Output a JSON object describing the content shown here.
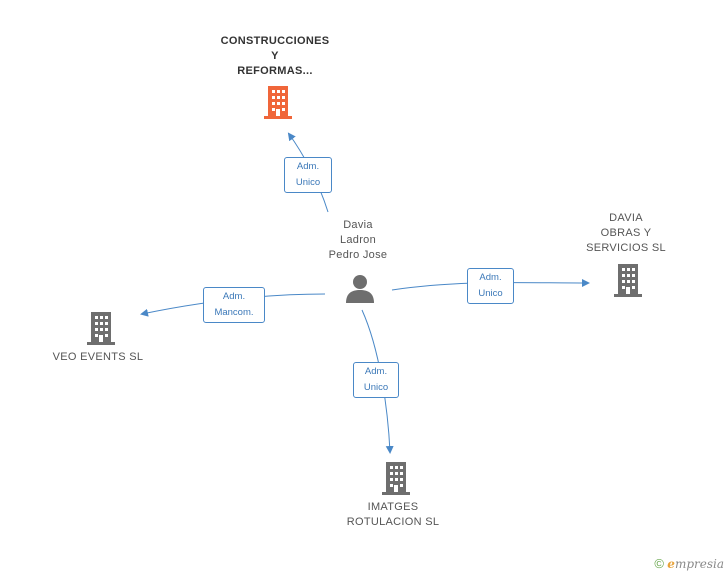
{
  "person": {
    "lines": [
      "Davia",
      "Ladron",
      "Pedro Jose"
    ]
  },
  "companies": {
    "construcciones": {
      "lines": [
        "CONSTRUCCIONES",
        "Y",
        "REFORMAS..."
      ],
      "color": "#f0663a"
    },
    "davia_obras": {
      "lines": [
        "DAVIA",
        "OBRAS Y",
        "SERVICIOS SL"
      ],
      "color": "#6e6e6e"
    },
    "veo_events": {
      "lines": [
        "VEO EVENTS SL"
      ],
      "color": "#6e6e6e"
    },
    "imatges": {
      "lines": [
        "IMATGES",
        "ROTULACION SL"
      ],
      "color": "#6e6e6e"
    }
  },
  "edges": {
    "construcciones": [
      "Adm.",
      "Unico"
    ],
    "davia_obras": [
      "Adm.",
      "Unico"
    ],
    "veo_events": [
      "Adm.",
      "Mancom."
    ],
    "imatges": [
      "Adm.",
      "Unico"
    ]
  },
  "colors": {
    "edge": "#4a88c7",
    "person_icon": "#6e6e6e"
  },
  "footer": {
    "copyright": "©",
    "brand_first": "e",
    "brand_rest": "mpresia"
  }
}
